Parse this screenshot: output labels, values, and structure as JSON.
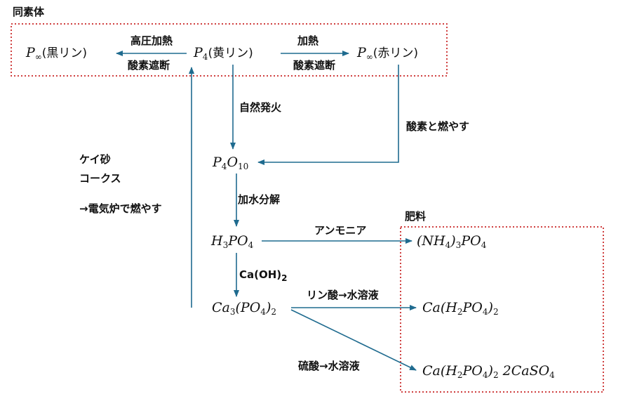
{
  "sections": {
    "allotropes": "同素体",
    "fertilizer": "肥料"
  },
  "compounds": {
    "black_p": {
      "sym": "P",
      "sub": "∞",
      "name": "(黒リン)"
    },
    "yellow_p": {
      "sym": "P",
      "sub": "4",
      "name": "(黄リン)"
    },
    "red_p": {
      "sym": "P",
      "sub": "∞",
      "name": "(赤リン)"
    },
    "p4o10": {
      "a": "P",
      "a_sub": "4",
      "b": "O",
      "b_sub": "10"
    },
    "h3po4": {
      "a": "H",
      "a_sub": "3",
      "b": "PO",
      "b_sub": "4"
    },
    "ca3po42": {
      "a": "Ca",
      "a_sub": "3",
      "b": "(PO",
      "b_sub": "4",
      "c": ")",
      "c_sub": "2"
    },
    "ammonium_phosphate": {
      "a": "(NH",
      "a_sub": "4",
      "b": ")",
      "b_sub": "3",
      "c": "PO",
      "c_sub": "4"
    },
    "calcium_dihydrogen_phosphate": {
      "a": "Ca(H",
      "a_sub": "2",
      "b": "PO",
      "b_sub": "4",
      "c": ")",
      "c_sub": "2"
    },
    "superphosphate": {
      "a": "Ca(H",
      "a_sub": "2",
      "b": "PO",
      "b_sub": "4",
      "c": ")",
      "c_sub": "2",
      "d": " 2CaSO",
      "d_sub": "4"
    }
  },
  "labels": {
    "high_pressure_heat": "高圧加熱",
    "oxygen_cutoff_1": "酸素遮断",
    "heat": "加熱",
    "oxygen_cutoff_2": "酸素遮断",
    "spontaneous_combustion": "自然発火",
    "burn_with_oxygen": "酸素と燃やす",
    "hydrolysis": "加水分解",
    "silica_sand": "ケイ砂",
    "coke": "コークス",
    "electric_furnace": "→電気炉で燃やす",
    "ammonia": "アンモニア",
    "caoh2": "Ca(OH)",
    "caoh2_sub": "2",
    "phosphoric_acid_solution": "リン酸→水溶液",
    "sulfuric_acid_solution": "硫酸→水溶液"
  },
  "colors": {
    "arrow": "#1f6b8f",
    "box": "#c00000"
  }
}
